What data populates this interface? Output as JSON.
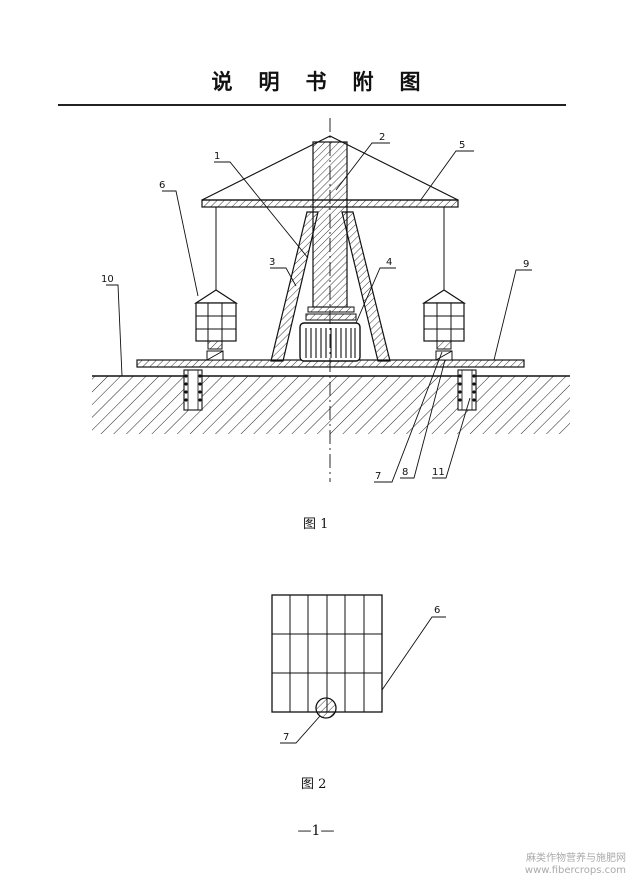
{
  "doc": {
    "title": "说明书附图",
    "fig1_caption": "图 1",
    "fig2_caption": "图 2",
    "page_number": "—1—",
    "watermark_cn": "麻类作物营养与施肥网",
    "watermark_url": "www.fibercrops.com"
  },
  "fig1_labels": {
    "l1": "1",
    "l2": "2",
    "l3": "3",
    "l4": "4",
    "l5": "5",
    "l6": "6",
    "l7": "7",
    "l8": "8",
    "l9": "9",
    "l10": "10",
    "l11": "11"
  },
  "fig2_labels": {
    "l6": "6",
    "l7": "7"
  }
}
